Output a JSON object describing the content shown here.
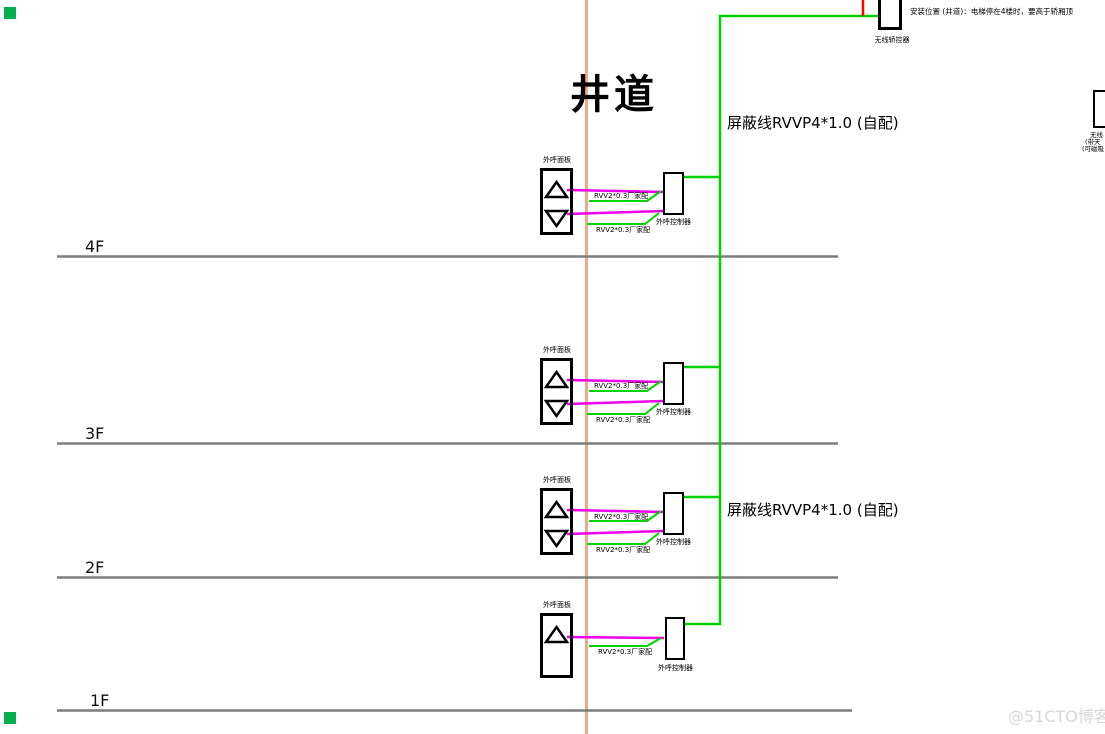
{
  "title": "井道",
  "watermark": "@51CTO博客",
  "colors": {
    "trunk_green": "#00D300",
    "wire_magenta": "#EE00EE",
    "riser_red": "#FF0000",
    "guide_orange": "#F5A78A",
    "floor_line_gray": "#7D7D7D",
    "corner_marker_green": "#00B050"
  },
  "top_device": {
    "label": "无线轿控器",
    "note": "安装位置 (井道)：电梯停在4楼时，要高于轿厢顶"
  },
  "right_device": {
    "lines": [
      "无线",
      "(带天",
      "(可磁吸"
    ]
  },
  "shield_cable_labels": [
    "屏蔽线RVVP4*1.0 (自配)",
    "屏蔽线RVVP4*1.0 (自配)"
  ],
  "floors": [
    {
      "label": "4F"
    },
    {
      "label": "3F"
    },
    {
      "label": "2F"
    },
    {
      "label": "1F"
    }
  ],
  "stations": [
    {
      "floor": "4F",
      "panel_label": "外呼面板",
      "controller_label": "外呼控制器",
      "wire_label_up": "RVV2*0.3厂家配",
      "wire_label_down": "RVV2*0.3厂家配",
      "buttons": [
        "up",
        "down"
      ]
    },
    {
      "floor": "3F",
      "panel_label": "外呼面板",
      "controller_label": "外呼控制器",
      "wire_label_up": "RVV2*0.3厂家配",
      "wire_label_down": "RVV2*0.3厂家配",
      "buttons": [
        "up",
        "down"
      ]
    },
    {
      "floor": "2F",
      "panel_label": "外呼面板",
      "controller_label": "外呼控制器",
      "wire_label_up": "RVV2*0.3厂家配",
      "wire_label_down": "RVV2*0.3厂家配",
      "buttons": [
        "up",
        "down"
      ]
    },
    {
      "floor": "1F",
      "panel_label": "外呼面板",
      "controller_label": "外呼控制器",
      "wire_label_up": "RVV2*0.3厂家配",
      "buttons": [
        "up"
      ]
    }
  ]
}
